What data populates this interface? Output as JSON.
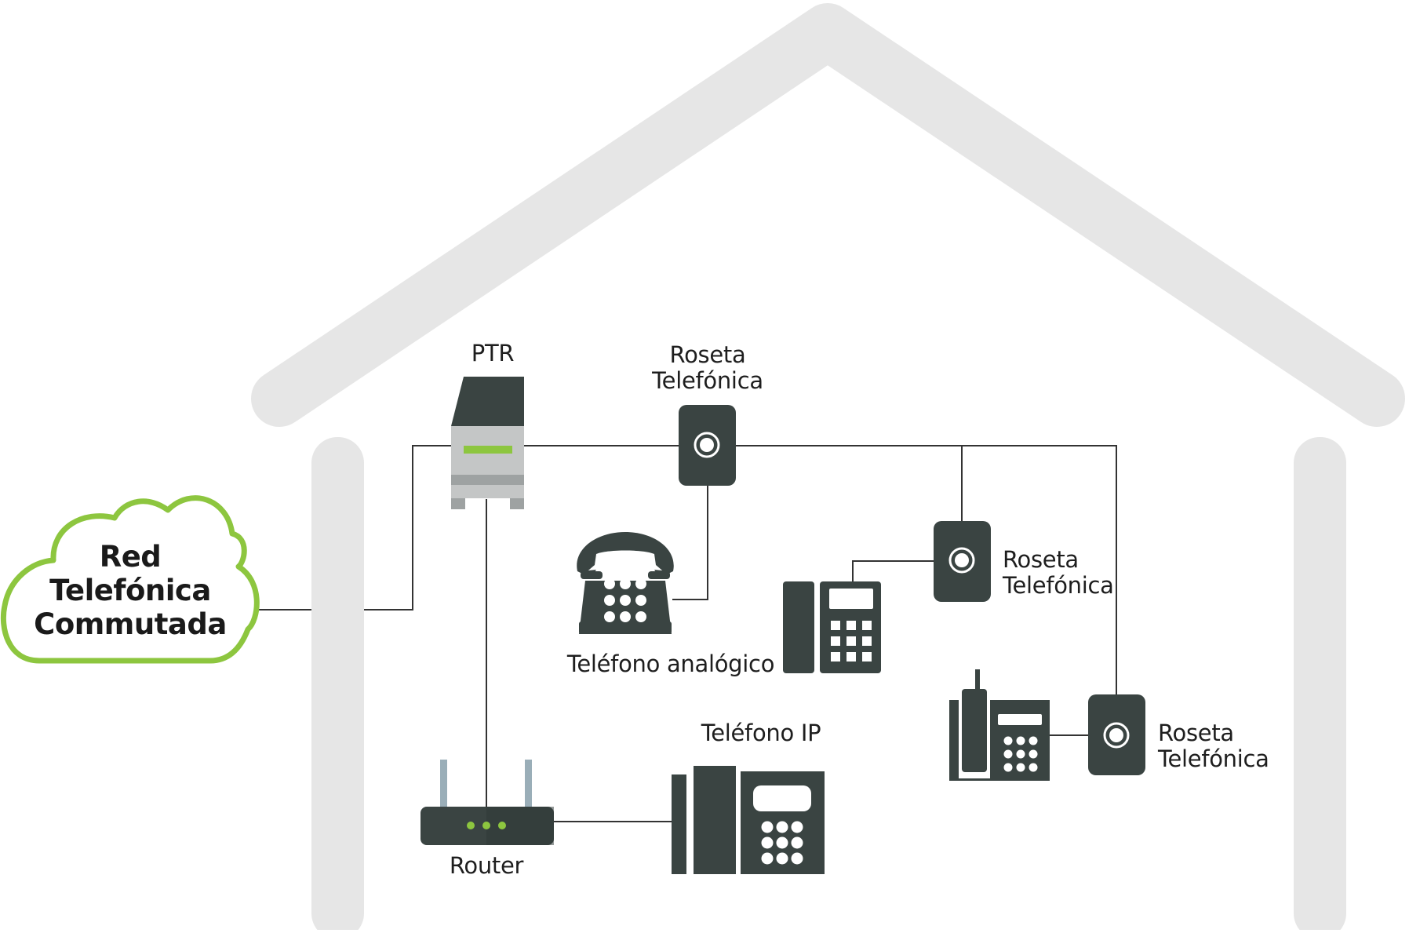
{
  "colors": {
    "house": "#e6e6e6",
    "device": "#3a4442",
    "device_light": "#c4c6c6",
    "accent_green": "#8dc63f",
    "antenna": "#9aaeb8",
    "wire": "#333333"
  },
  "cloud": {
    "line1": "Red",
    "line2": "Telefónica",
    "line3": "Commutada"
  },
  "labels": {
    "ptr": "PTR",
    "rosetas": [
      {
        "line1": "Roseta",
        "line2": "Telefónica"
      },
      {
        "line1": "Roseta",
        "line2": "Telefónica"
      },
      {
        "line1": "Roseta",
        "line2": "Telefónica"
      }
    ],
    "analog_phone": "Teléfono analógico",
    "ip_phone": "Teléfono IP",
    "router": "Router"
  },
  "icons": [
    "cloud-icon",
    "ptr-icon",
    "wall-socket-icon",
    "analog-phone-icon",
    "desk-phone-icon",
    "cordless-phone-icon",
    "router-icon",
    "ip-phone-icon"
  ]
}
